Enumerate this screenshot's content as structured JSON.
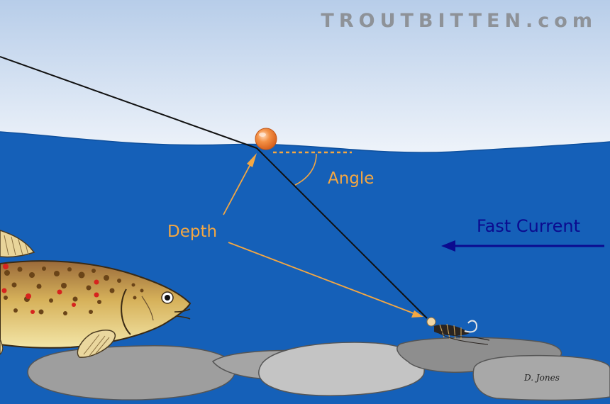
{
  "watermark": "TROUTBITTEN.com",
  "labels": {
    "angle": "Angle",
    "depth": "Depth",
    "current": "Fast Current"
  },
  "signature": "D. Jones",
  "colors": {
    "sky": "#d6e3f3",
    "water": "#1560b8",
    "label_accent": "#f4a742",
    "current_arrow": "#0b0b8f",
    "indicator": "#f08232",
    "rocks": "#9c9c9c",
    "watermark": "#8e9298"
  },
  "icons": [
    "strike-indicator-icon",
    "nymph-fly-icon",
    "brown-trout-icon"
  ]
}
